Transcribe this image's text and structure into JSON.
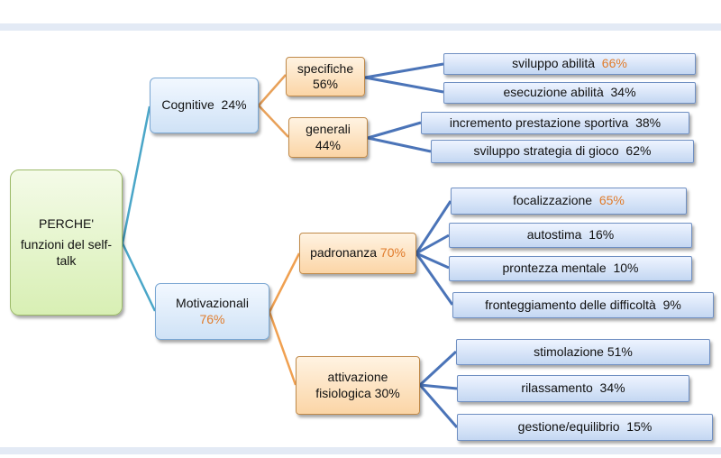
{
  "root": {
    "line1": "PERCHE'",
    "line2": "funzioni del self-",
    "line3": "talk"
  },
  "cognitive": {
    "label": "Cognitive  24%",
    "specifiche": {
      "label": "specifiche",
      "value": "56%"
    },
    "generali": {
      "label": "generali",
      "value": "44%"
    },
    "leaves": {
      "sviluppo_abilita": {
        "text": "sviluppo abilità  ",
        "value": "66%"
      },
      "esecuzione_abilita": {
        "text": "esecuzione abilità  34%"
      },
      "incremento_prestazione": {
        "text": "incremento prestazione sportiva  38%"
      },
      "sviluppo_strategia": {
        "text": "sviluppo strategia di gioco  62%"
      }
    }
  },
  "motivazionali": {
    "label": "Motivazionali",
    "value": "76%",
    "padronanza": {
      "label": "padronanza ",
      "value": "70%"
    },
    "attivazione": {
      "line1": "attivazione",
      "line2": "fisiologica 30%"
    },
    "leaves": {
      "focalizzazione": {
        "text": "focalizzazione  ",
        "value": "65%"
      },
      "autostima": {
        "text": "autostima  16%"
      },
      "prontezza": {
        "text": "prontezza mentale  10%"
      },
      "fronteggiamento": {
        "text": "fronteggiamento delle difficoltà  9%"
      },
      "stimolazione": {
        "text": "stimolazione 51%"
      },
      "rilassamento": {
        "text": "rilassamento  34%"
      },
      "gestione": {
        "text": "gestione/equilibrio  15%"
      }
    }
  },
  "colors": {
    "root_link": "#4aa6c8",
    "cognitive_link": "#e8a15a",
    "leaf_link": "#4b74b8",
    "motivational_link": "#f0a050",
    "highlight": "#e07b2a"
  }
}
